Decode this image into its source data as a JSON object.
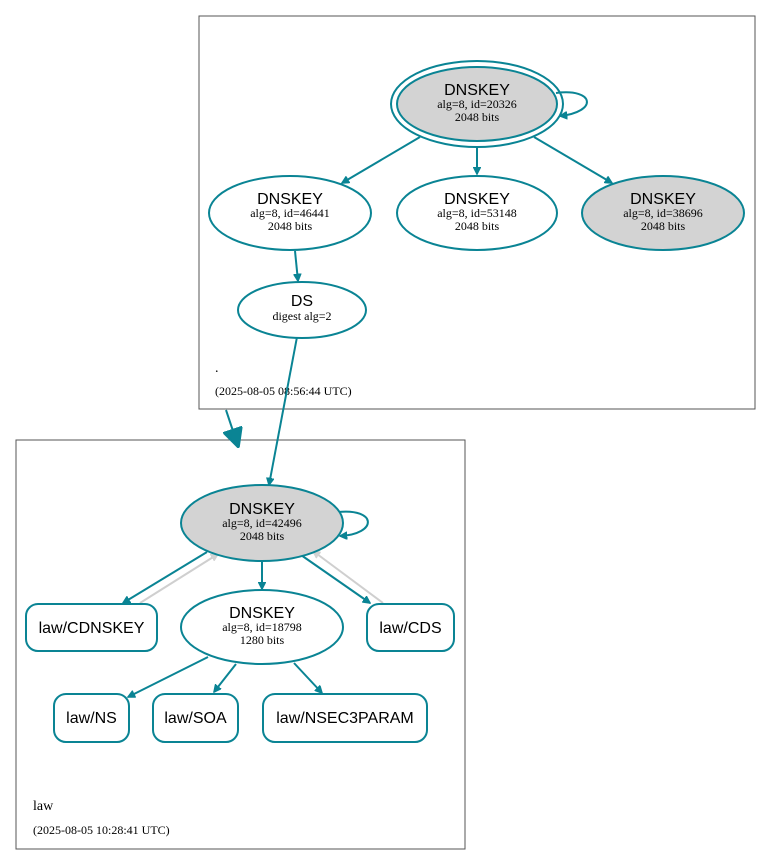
{
  "zones": {
    "root": {
      "label": ".",
      "timestamp": "(2025-08-05 08:56:44 UTC)"
    },
    "law": {
      "label": "law",
      "timestamp": "(2025-08-05 10:28:41 UTC)"
    }
  },
  "nodes": {
    "root_ksk": {
      "title": "DNSKEY",
      "line1": "alg=8, id=20326",
      "line2": "2048 bits"
    },
    "root_zsk1": {
      "title": "DNSKEY",
      "line1": "alg=8, id=46441",
      "line2": "2048 bits"
    },
    "root_zsk2": {
      "title": "DNSKEY",
      "line1": "alg=8, id=53148",
      "line2": "2048 bits"
    },
    "root_ksk2": {
      "title": "DNSKEY",
      "line1": "alg=8, id=38696",
      "line2": "2048 bits"
    },
    "ds": {
      "title": "DS",
      "line1": "digest alg=2"
    },
    "law_ksk": {
      "title": "DNSKEY",
      "line1": "alg=8, id=42496",
      "line2": "2048 bits"
    },
    "law_zsk": {
      "title": "DNSKEY",
      "line1": "alg=8, id=18798",
      "line2": "1280 bits"
    }
  },
  "records": {
    "cdnskey": "law/CDNSKEY",
    "cds": "law/CDS",
    "ns": "law/NS",
    "soa": "law/SOA",
    "nsec3param": "law/NSEC3PARAM"
  },
  "colors": {
    "edge": "#0a8494",
    "grey_edge": "#d3d3d3",
    "ksk_fill": "#d3d3d3",
    "zone_border": "#555555"
  }
}
